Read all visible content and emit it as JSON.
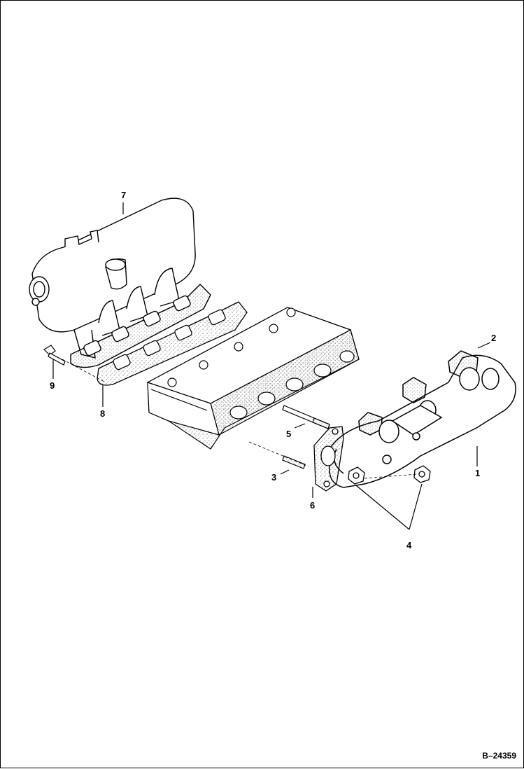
{
  "callouts": {
    "c1": "1",
    "c2": "2",
    "c3": "3",
    "c4": "4",
    "c5": "5",
    "c6": "6",
    "c7": "7",
    "c8": "8",
    "c9": "9"
  },
  "figure_id": "B–24359",
  "colors": {
    "ink": "#000000",
    "speckle": "#555555",
    "paper": "#ffffff"
  }
}
